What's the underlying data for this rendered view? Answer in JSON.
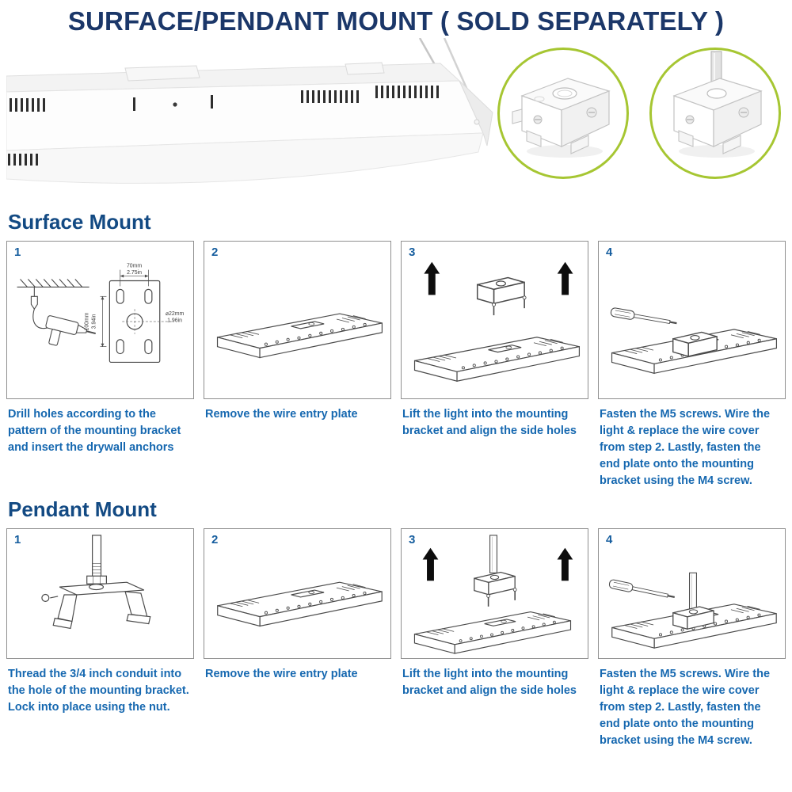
{
  "page": {
    "title": "SURFACE/PENDANT MOUNT ( SOLD SEPARATELY )"
  },
  "colors": {
    "title": "#1b3769",
    "heading": "#134a83",
    "caption": "#1668b0",
    "inset_ring": "#a6c632"
  },
  "hero": {
    "insets": [
      {
        "name": "surface-mount-bracket"
      },
      {
        "name": "pendant-mount-bracket"
      }
    ]
  },
  "dimensions": {
    "width_mm": "70mm",
    "width_in": "2.75in",
    "height_mm": "100mm",
    "height_in": "3.94in",
    "hole_mm": "⌀22mm",
    "hole_in": "1.96in"
  },
  "surface": {
    "heading": "Surface Mount",
    "steps": [
      {
        "number": "1",
        "caption": "Drill holes according to the pattern of the mounting bracket and insert the drywall anchors"
      },
      {
        "number": "2",
        "caption": "Remove the wire entry plate"
      },
      {
        "number": "3",
        "caption": "Lift the light into the mounting bracket and align the side holes"
      },
      {
        "number": "4",
        "caption": "Fasten the M5 screws. Wire the light & replace the wire cover from step 2. Lastly, fasten the end plate onto the mounting bracket using the M4 screw."
      }
    ]
  },
  "pendant": {
    "heading": "Pendant Mount",
    "steps": [
      {
        "number": "1",
        "caption": "Thread the 3/4 inch conduit into the hole of the mounting bracket. Lock into place using the nut."
      },
      {
        "number": "2",
        "caption": "Remove the wire entry plate"
      },
      {
        "number": "3",
        "caption": "Lift the light into the mounting bracket and align the side holes"
      },
      {
        "number": "4",
        "caption": "Fasten the M5 screws. Wire the light & replace the wire cover from step 2. Lastly, fasten the end plate onto the mounting bracket using the M4 screw."
      }
    ]
  }
}
